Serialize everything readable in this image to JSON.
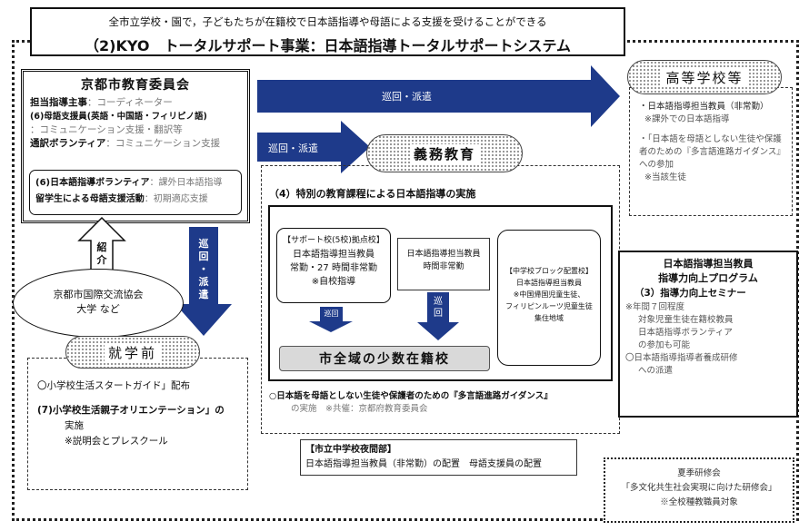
{
  "header": {
    "subtitle": "全市立学校・園で，子どもたちが在籍校で日本語指導や母語による支援を受けることができる",
    "title": "（2)KYO　トータルサポート事業：日本語指導トータルサポートシステム"
  },
  "board": {
    "title": "京都市教育委員会",
    "lines": [
      {
        "label": "担当指導主事",
        "sep": "：",
        "desc": "コーディネーター"
      },
      {
        "label": "(6)母語支援員(英語・中国語・フィリピノ語)",
        "sep": "",
        "desc": ""
      },
      {
        "label": "",
        "sep": "",
        "desc": "：コミュニケーション支援・翻訳等"
      },
      {
        "label": "通訳ボランティア",
        "sep": "：",
        "desc": "コミュニケーション支援"
      }
    ],
    "inner_line1_label": "(6)日本語指導ボランティア",
    "inner_line1_desc": "：課外日本語指導",
    "inner_line2_label": "留学生による母語支援活動",
    "inner_line2_desc": "：初期適応支援"
  },
  "arrows": {
    "top": "巡回・派遣",
    "middle": "巡回・派遣",
    "down_chars": [
      "巡",
      "回",
      "・",
      "派",
      "遣"
    ],
    "intro_chars": [
      "紹",
      "介"
    ],
    "junkai_small": "巡回",
    "junkai_v": [
      "巡",
      "回"
    ]
  },
  "org": {
    "line1": "京都市国際交流協会",
    "line2": "大学 など"
  },
  "high_school": {
    "title": "高等学校等",
    "lines": [
      "・日本語指導担当教員（非常勤）",
      "※課外での日本語指導",
      "・「日本語を母語としない生徒や保護者のための『多言語進路ガイダンス』への参加",
      "※当該生徒"
    ]
  },
  "compulsory": {
    "title": "義務教育",
    "heading": "（4）特別の教育課程による日本語指導の実施",
    "support": {
      "lines": [
        "【サポート校(5校)拠点校】",
        "日本語指導担当教員",
        "常勤・27 時間非常勤",
        "※自校指導"
      ]
    },
    "teacher": {
      "lines": [
        "日本語指導担当教員",
        "時間非常勤"
      ]
    },
    "block": {
      "lines": [
        "【中学校ブロック配置校】",
        "日本語指導担当教員",
        "※中国帰国児童生徒、",
        "フィリピンルーツ児童生徒",
        "集住地域"
      ]
    },
    "few": "市全域の少数在籍校",
    "guidance_line1": "○日本語を母語としない生徒や保護者のための『多言語進路ガイダンス』",
    "guidance_line2": "の実施　※共催：京都府教育委員会"
  },
  "preschool": {
    "title": "就学前",
    "line1": "〇小学校生活スタートガイド」配布",
    "line2": "(7)小学校生活親子オリエンテーション」の",
    "line3": "実施",
    "line4": "※説明会とプレスクール"
  },
  "right": {
    "title1": "日本語指導担当教員",
    "title2": "指導力向上プログラム",
    "seminar": "（3）指導力向上セミナー",
    "lines": [
      "※年間７回程度",
      "対象児童生徒在籍校教員",
      "日本語指導ボランティア",
      "の参加も可能",
      "〇日本語指導指導者養成研修",
      "への派遣"
    ]
  },
  "night": {
    "title": "【市立中学校夜間部】",
    "text": "日本語指導担当教員（非常勤）の配置　母語支援員の配置"
  },
  "summer": {
    "line1": "夏季研修会",
    "line2": "「多文化共生社会実現に向けた研修会」",
    "line3": "※全校種教職員対象"
  }
}
